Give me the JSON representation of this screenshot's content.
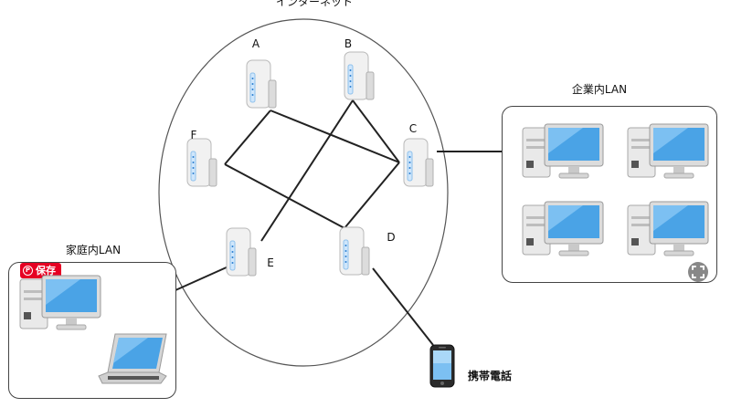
{
  "internet": {
    "label": "インターネット"
  },
  "routers": [
    {
      "id": "A",
      "label": "A"
    },
    {
      "id": "B",
      "label": "B"
    },
    {
      "id": "C",
      "label": "C"
    },
    {
      "id": "D",
      "label": "D"
    },
    {
      "id": "E",
      "label": "E"
    },
    {
      "id": "F",
      "label": "F"
    }
  ],
  "corporate_lan": {
    "label": "企業内LAN",
    "pc_count": 4
  },
  "home_lan": {
    "label": "家庭内LAN"
  },
  "mobile": {
    "label": "携帯電話"
  },
  "save_button": {
    "label": "保存",
    "icon": "pinterest-icon"
  },
  "expand_button": {
    "icon": "expand-icon"
  },
  "colors": {
    "router_accent": "#2a7fd0",
    "screen": "#4aa3e6",
    "save": "#e60023",
    "lines": "#222222"
  }
}
